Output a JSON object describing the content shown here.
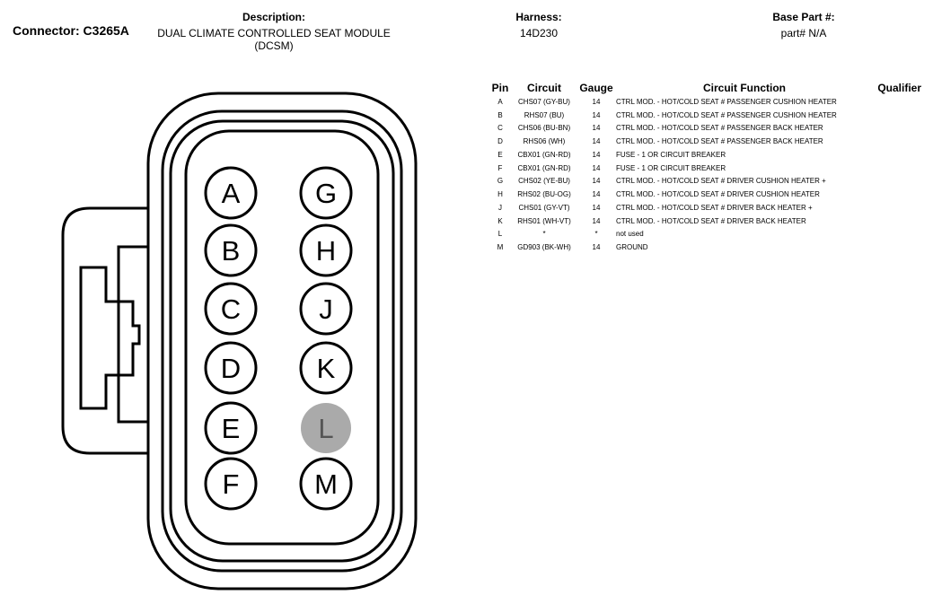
{
  "header": {
    "connector": "Connector: C3265A",
    "description_label": "Description:",
    "description_line1": "DUAL CLIMATE CONTROLLED SEAT MODULE",
    "description_line2": "(DCSM)",
    "harness_label": "Harness:",
    "harness_value": "14D230",
    "base_part_label": "Base Part #:",
    "base_part_value": "part# N/A"
  },
  "table": {
    "columns": [
      "Pin",
      "Circuit",
      "Gauge",
      "Circuit Function",
      "Qualifier"
    ],
    "rows": [
      {
        "pin": "A",
        "circuit": "CHS07 (GY-BU)",
        "gauge": "14",
        "function": "CTRL MOD. - HOT/COLD SEAT # PASSENGER CUSHION HEATER",
        "qualifier": ""
      },
      {
        "pin": "B",
        "circuit": "RHS07 (BU)",
        "gauge": "14",
        "function": "CTRL MOD. - HOT/COLD SEAT # PASSENGER CUSHION HEATER",
        "qualifier": ""
      },
      {
        "pin": "C",
        "circuit": "CHS06 (BU-BN)",
        "gauge": "14",
        "function": "CTRL MOD. - HOT/COLD SEAT # PASSENGER BACK HEATER",
        "qualifier": ""
      },
      {
        "pin": "D",
        "circuit": "RHS06 (WH)",
        "gauge": "14",
        "function": "CTRL MOD. - HOT/COLD SEAT # PASSENGER BACK HEATER",
        "qualifier": ""
      },
      {
        "pin": "E",
        "circuit": "CBX01 (GN-RD)",
        "gauge": "14",
        "function": "FUSE - 1 OR CIRCUIT BREAKER",
        "qualifier": ""
      },
      {
        "pin": "F",
        "circuit": "CBX01 (GN-RD)",
        "gauge": "14",
        "function": "FUSE - 1 OR CIRCUIT BREAKER",
        "qualifier": ""
      },
      {
        "pin": "G",
        "circuit": "CHS02 (YE-BU)",
        "gauge": "14",
        "function": "CTRL MOD. - HOT/COLD SEAT # DRIVER CUSHION HEATER +",
        "qualifier": ""
      },
      {
        "pin": "H",
        "circuit": "RHS02 (BU-OG)",
        "gauge": "14",
        "function": "CTRL MOD. - HOT/COLD SEAT # DRIVER CUSHION HEATER",
        "qualifier": ""
      },
      {
        "pin": "J",
        "circuit": "CHS01 (GY-VT)",
        "gauge": "14",
        "function": "CTRL MOD. - HOT/COLD SEAT # DRIVER BACK HEATER +",
        "qualifier": ""
      },
      {
        "pin": "K",
        "circuit": "RHS01 (WH-VT)",
        "gauge": "14",
        "function": "CTRL MOD. - HOT/COLD SEAT # DRIVER BACK HEATER",
        "qualifier": ""
      },
      {
        "pin": "L",
        "circuit": "*",
        "gauge": "*",
        "function": "not used",
        "qualifier": ""
      },
      {
        "pin": "M",
        "circuit": "GD903 (BK-WH)",
        "gauge": "14",
        "function": "GROUND",
        "qualifier": ""
      }
    ]
  },
  "connector": {
    "pins": [
      {
        "label": "A",
        "used": true
      },
      {
        "label": "G",
        "used": true
      },
      {
        "label": "B",
        "used": true
      },
      {
        "label": "H",
        "used": true
      },
      {
        "label": "C",
        "used": true
      },
      {
        "label": "J",
        "used": true
      },
      {
        "label": "D",
        "used": true
      },
      {
        "label": "K",
        "used": true
      },
      {
        "label": "E",
        "used": true
      },
      {
        "label": "L",
        "used": false
      },
      {
        "label": "F",
        "used": true
      },
      {
        "label": "M",
        "used": true
      }
    ],
    "unused_pin_color": "#aaaaaa"
  }
}
